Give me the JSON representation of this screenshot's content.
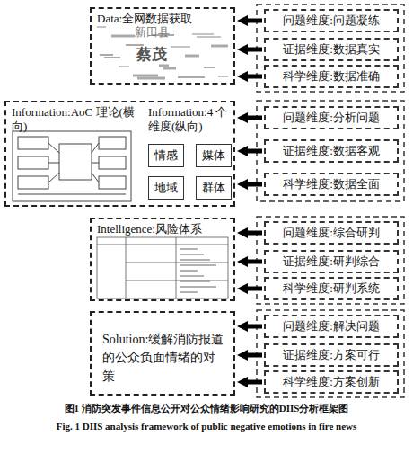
{
  "diagram": {
    "caption": "图1 消防突发事件信息公开对公众情绪影响研究的DIIS分析框架图",
    "nodes": [
      {
        "text": [
          "Data:全网数据获取"
        ]
      },
      {
        "text": [
          "问题维度:问题凝练"
        ]
      },
      {
        "text": [
          "证据维度:数据真实"
        ]
      },
      {
        "text": [
          "科学维度:数据准确"
        ]
      },
      {
        "text": [
          "Information:AoC 理论(横向)",
          "Information:4 个维度(纵向)"
        ]
      },
      {
        "text": [
          "情感"
        ],
        "in": 4
      },
      {
        "text": [
          "媒体"
        ],
        "in": 4
      },
      {
        "text": [
          "地域"
        ],
        "in": 4
      },
      {
        "text": [
          "群体"
        ],
        "in": 4
      },
      {
        "text": [
          "问题维度:分析问题"
        ]
      },
      {
        "text": [
          "证据维度:数据客观"
        ]
      },
      {
        "text": [
          "科学维度:数据全面"
        ]
      },
      {
        "text": [
          "Intelligence:风险体系"
        ]
      },
      {
        "text": [
          "问题维度:综合研判"
        ]
      },
      {
        "text": [
          "证据维度:研判综合"
        ]
      },
      {
        "text": [
          "科学维度:研判系统"
        ]
      },
      {
        "text": [
          "Solution:缓解消防报道的公众负面情绪的对策"
        ]
      },
      {
        "text": [
          "问题维度:解决问题"
        ]
      },
      {
        "text": [
          "证据维度:方案可行"
        ]
      },
      {
        "text": [
          "科学维度:方案创新"
        ]
      }
    ],
    "edges": [
      {
        "from": 1,
        "to": 0,
        "arrow": "to"
      },
      {
        "from": 2,
        "to": 0,
        "arrow": "to"
      },
      {
        "from": 3,
        "to": 0,
        "arrow": "to"
      },
      {
        "from": 9,
        "to": 4,
        "arrow": "to"
      },
      {
        "from": 10,
        "to": 4,
        "arrow": "to"
      },
      {
        "from": 11,
        "to": 4,
        "arrow": "to"
      },
      {
        "from": 13,
        "to": 12,
        "arrow": "to"
      },
      {
        "from": 14,
        "to": 12,
        "arrow": "to"
      },
      {
        "from": 15,
        "to": 12,
        "arrow": "to"
      },
      {
        "from": 17,
        "to": 16,
        "arrow": "to"
      },
      {
        "from": 18,
        "to": 16,
        "arrow": "to"
      },
      {
        "from": 19,
        "to": 16,
        "arrow": "to"
      }
    ],
    "labels": [
      "新田县",
      "蔡茂",
      "Fig. 1 DIIS analysis framework of public negative emotions in fire news"
    ]
  }
}
